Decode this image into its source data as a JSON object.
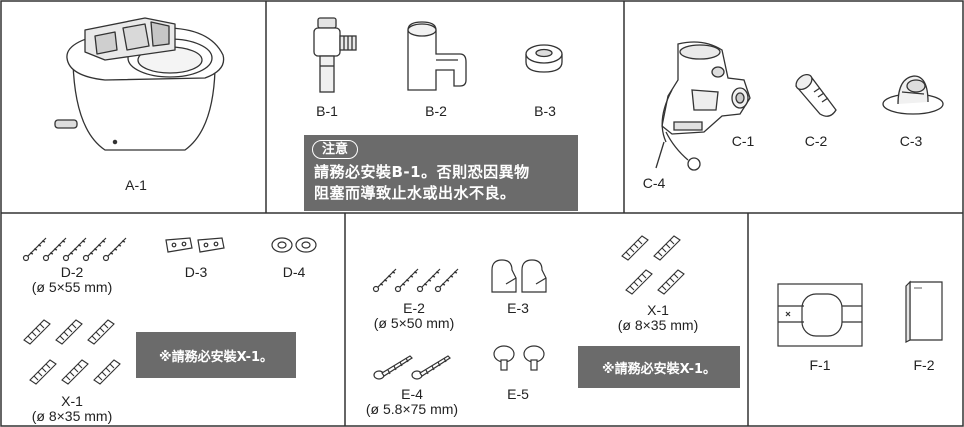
{
  "parts": {
    "A1": {
      "label": "A-1"
    },
    "B1": {
      "label": "B-1"
    },
    "B2": {
      "label": "B-2"
    },
    "B3": {
      "label": "B-3"
    },
    "C1": {
      "label": "C-1"
    },
    "C2": {
      "label": "C-2"
    },
    "C3": {
      "label": "C-3"
    },
    "C4": {
      "label": "C-4"
    },
    "D2": {
      "label": "D-2",
      "size": "(ø 5×55 mm)"
    },
    "D3": {
      "label": "D-3"
    },
    "D4": {
      "label": "D-4"
    },
    "X1a": {
      "label": "X-1",
      "size": "(ø 8×35 mm)"
    },
    "E2": {
      "label": "E-2",
      "size": "(ø 5×50 mm)"
    },
    "E3": {
      "label": "E-3"
    },
    "E4": {
      "label": "E-4",
      "size": "(ø 5.8×75 mm)"
    },
    "E5": {
      "label": "E-5"
    },
    "X1b": {
      "label": "X-1",
      "size": "(ø 8×35 mm)"
    },
    "F1": {
      "label": "F-1"
    },
    "F2": {
      "label": "F-2"
    }
  },
  "notice": {
    "tag": "注意",
    "line1": "請務必安裝B-1。否則恐因異物",
    "line2": "阻塞而導致止水或出水不良。"
  },
  "warning_left": "※請務必安裝X-1。",
  "warning_right": "※請務必安裝X-1。"
}
